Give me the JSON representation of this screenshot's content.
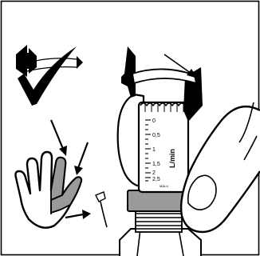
{
  "illustration": {
    "flowmeter": {
      "scale_labels": [
        "0",
        "0,5",
        "1",
        "1,5",
        "2",
        "2,5"
      ],
      "unit": "L/min",
      "maker_mark": "MALU"
    }
  }
}
